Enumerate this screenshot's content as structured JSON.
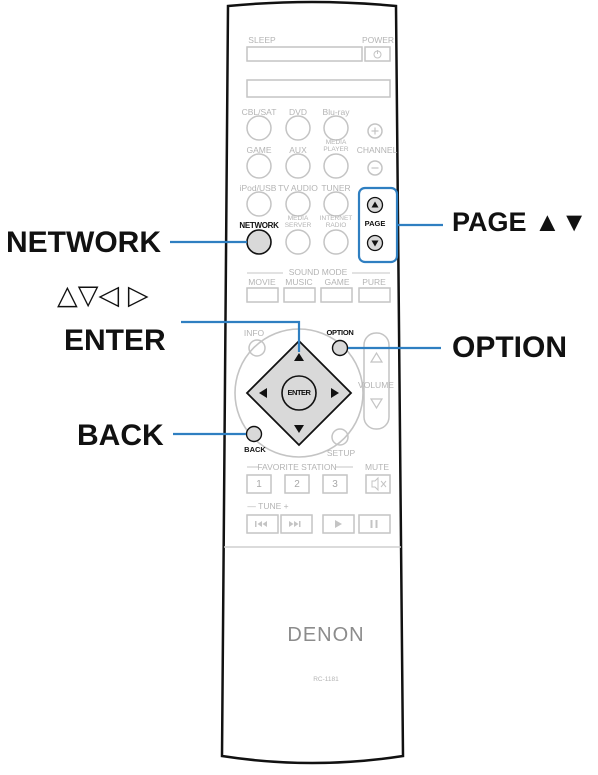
{
  "callouts": {
    "network": "NETWORK",
    "page": "PAGE ▲▼",
    "cursor_arrows": "△▽◁ ▷",
    "enter": "ENTER",
    "option": "OPTION",
    "back": "BACK"
  },
  "remote": {
    "brand": "DENON",
    "model": "RC-1181",
    "labels": {
      "sleep": "SLEEP",
      "power": "POWER",
      "cbl_sat": "CBL/SAT",
      "dvd": "DVD",
      "bluray": "Blu-ray",
      "game": "GAME",
      "aux": "AUX",
      "media_player": "MEDIA PLAYER",
      "channel": "CHANNEL",
      "ipod_usb": "iPod/USB",
      "tv_audio": "TV AUDIO",
      "tuner": "TUNER",
      "network": "NETWORK",
      "media_server": "MEDIA SERVER",
      "internet_radio": "INTERNET RADIO",
      "page": "PAGE",
      "sound_mode": "SOUND MODE",
      "movie": "MOVIE",
      "music": "MUSIC",
      "game_mode": "GAME",
      "pure": "PURE",
      "info": "INFO",
      "option": "OPTION",
      "volume": "VOLUME",
      "enter": "ENTER",
      "back": "BACK",
      "setup": "SETUP",
      "favorite_station": "FAVORITE STATION",
      "mute": "MUTE",
      "tune": "— TUNE +",
      "fav_1": "1",
      "fav_2": "2",
      "fav_3": "3"
    }
  },
  "colors": {
    "accent": "#2f7fc1",
    "button_gray": "#d9d9d9",
    "outline_gray": "#c4c4c4",
    "dark": "#111111"
  }
}
